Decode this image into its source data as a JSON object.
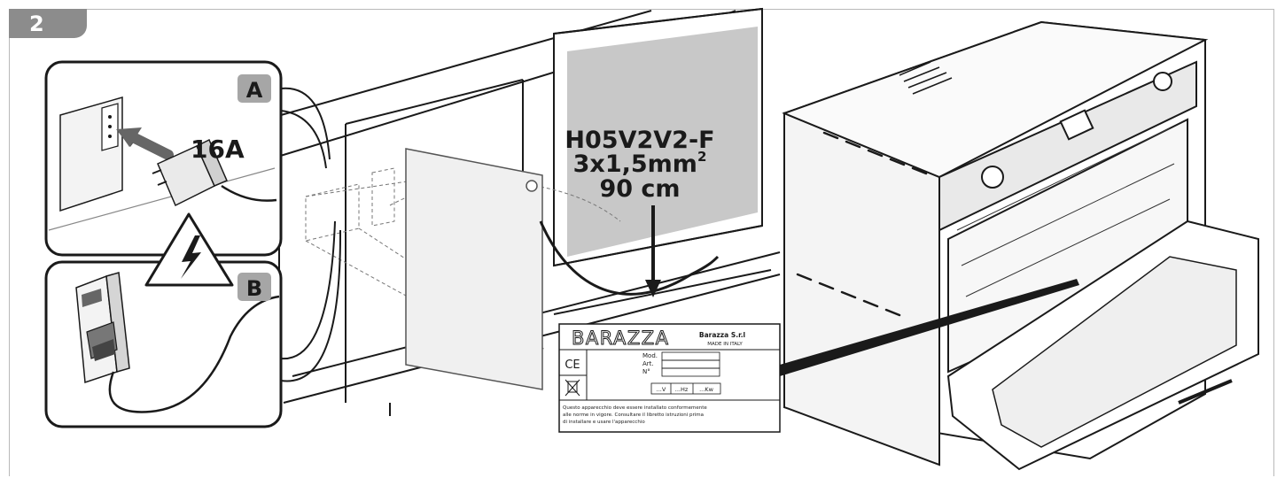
{
  "step_number": "2",
  "panel_a": {
    "letter": "A",
    "rating": "16A"
  },
  "panel_b": {
    "letter": "B"
  },
  "cable": {
    "type": "H05V2V2-F",
    "section": "3x1,5mm",
    "section_sup": "2",
    "length": "90 cm"
  },
  "rating_plate": {
    "brand": "BARAZZA",
    "company": "Barazza S.r.l",
    "made_in": "MADE IN ITALY",
    "ce_mark": "CE",
    "fields": [
      "Mod.",
      "Art.",
      "N°"
    ],
    "electrical": [
      "...V",
      "...Hz",
      "...Kw"
    ],
    "note_lines": [
      "Questo apparecchio deve essere installato conformemente",
      "alle norme in vigore. Consultare il libretto istruzioni prima",
      "di installare e usare l'apparecchio"
    ]
  },
  "colors": {
    "tab": "#8c8c8c",
    "badge": "#a6a6a6",
    "line": "#1a1a1a",
    "shade": "#c8c8c8"
  },
  "icons": [
    "warning-high-voltage-icon",
    "weee-bin-icon",
    "socket-icon",
    "plug-icon",
    "breaker-switch-icon"
  ]
}
